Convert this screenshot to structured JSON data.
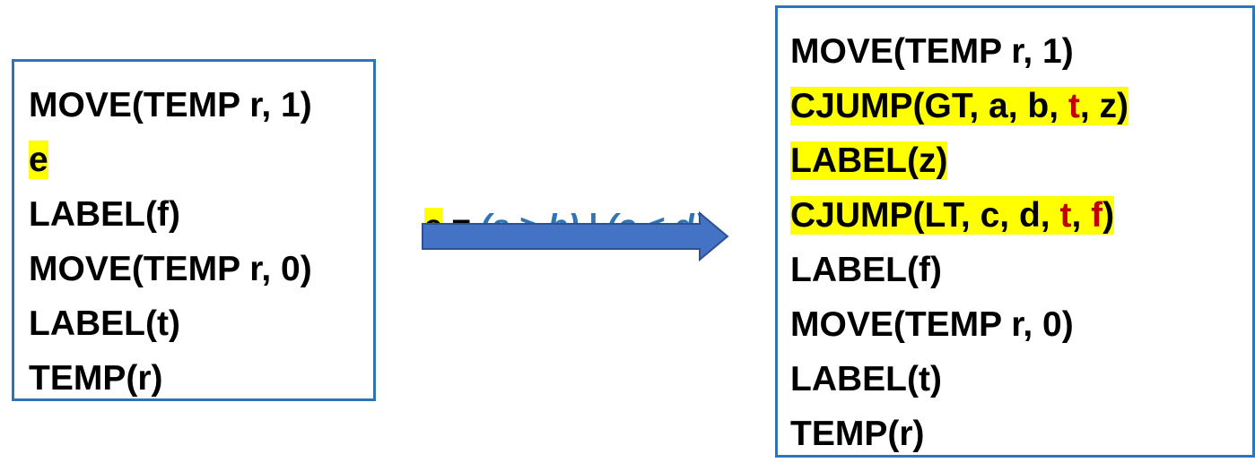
{
  "left_box": {
    "lines": [
      {
        "segments": [
          {
            "text": "MOVE(TEMP r, 1)",
            "hl": false,
            "red": false
          }
        ]
      },
      {
        "segments": [
          {
            "text": "e",
            "hl": true,
            "red": false
          }
        ]
      },
      {
        "segments": [
          {
            "text": "LABEL(f)",
            "hl": false,
            "red": false
          }
        ]
      },
      {
        "segments": [
          {
            "text": "MOVE(TEMP r, 0)",
            "hl": false,
            "red": false
          }
        ]
      },
      {
        "segments": [
          {
            "text": "LABEL(t)",
            "hl": false,
            "red": false
          }
        ]
      },
      {
        "segments": [
          {
            "text": "TEMP(r)",
            "hl": false,
            "red": false
          }
        ]
      }
    ]
  },
  "equation": {
    "variable": "e",
    "equals": " = ",
    "expression": "(a > b) | (c < d)"
  },
  "arrow": {
    "color": "#4472c4",
    "direction": "right"
  },
  "right_box": {
    "lines": [
      {
        "segments": [
          {
            "text": "MOVE(TEMP r, 1)",
            "hl": false,
            "red": false
          }
        ]
      },
      {
        "segments": [
          {
            "text": "CJUMP(GT, a, b, ",
            "hl": true,
            "red": false
          },
          {
            "text": "t",
            "hl": true,
            "red": true
          },
          {
            "text": ", z)",
            "hl": true,
            "red": false
          }
        ]
      },
      {
        "segments": [
          {
            "text": "LABEL(z)",
            "hl": true,
            "red": false
          }
        ]
      },
      {
        "segments": [
          {
            "text": "CJUMP(LT, c, d, ",
            "hl": true,
            "red": false
          },
          {
            "text": "t",
            "hl": true,
            "red": true
          },
          {
            "text": ", ",
            "hl": true,
            "red": false
          },
          {
            "text": "f",
            "hl": true,
            "red": true
          },
          {
            "text": ")",
            "hl": true,
            "red": false
          }
        ]
      },
      {
        "segments": [
          {
            "text": "LABEL(f)",
            "hl": false,
            "red": false
          }
        ]
      },
      {
        "segments": [
          {
            "text": "MOVE(TEMP r, 0)",
            "hl": false,
            "red": false
          }
        ]
      },
      {
        "segments": [
          {
            "text": "LABEL(t)",
            "hl": false,
            "red": false
          }
        ]
      },
      {
        "segments": [
          {
            "text": "TEMP(r)",
            "hl": false,
            "red": false
          }
        ]
      }
    ]
  },
  "colors": {
    "box_border": "#2e75b6",
    "highlight": "#ffff00",
    "label_red": "#c00000",
    "expression_blue": "#2e75b6",
    "arrow_fill": "#4472c4"
  }
}
